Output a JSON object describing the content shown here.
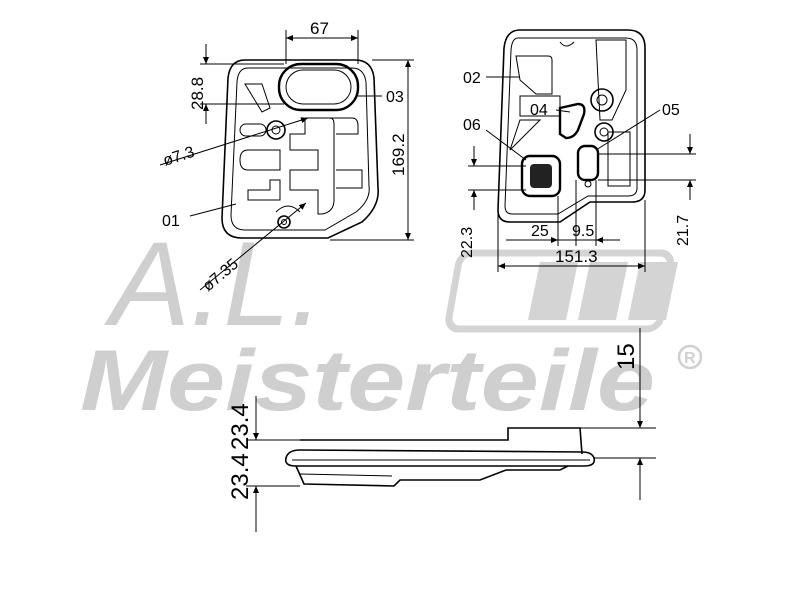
{
  "dimensions": {
    "top_width": "67",
    "height_left": "28.8",
    "total_height": "169.2",
    "hole_1": "ø7.3",
    "hole_2": "ø7.35",
    "width_total": "151.3",
    "d_25": "25",
    "d_9_5": "9.5",
    "d_22_3": "22.3",
    "d_21_7": "21.7",
    "side_15": "15",
    "side_23_4": "23.4"
  },
  "part_labels": {
    "p01": "01",
    "p02": "02",
    "p03": "03",
    "p04": "04",
    "p05": "05",
    "p06": "06"
  },
  "watermark": {
    "logo": "A.L.",
    "brand": "Meisterteile",
    "registered": "R"
  },
  "colors": {
    "line": "#000000",
    "watermark": "#cfcfcf"
  }
}
